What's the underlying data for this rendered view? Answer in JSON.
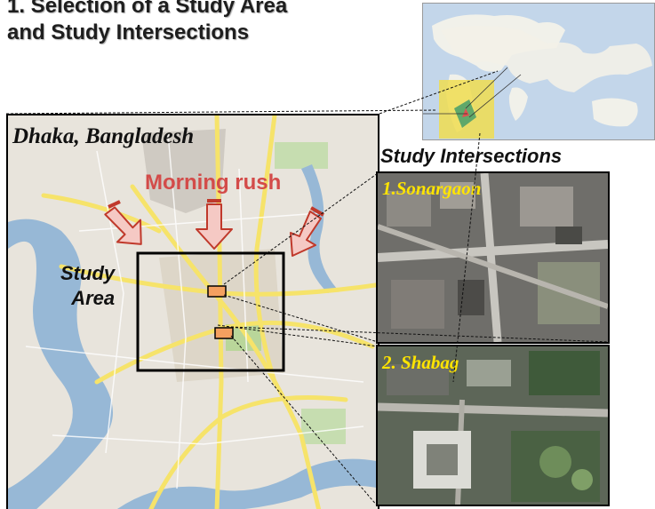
{
  "slide": {
    "title_line1": "1. Selection of a Study Area",
    "title_line2": "and Study Intersections"
  },
  "map": {
    "city_label": "Dhaka, Bangladesh",
    "rush_label": "Morning rush",
    "study_area_line1": "Study",
    "study_area_line2": "Area",
    "intersections_heading": "Study Intersections",
    "intersections": [
      {
        "label": "1.Sonargaon"
      },
      {
        "label": "2. Shabag"
      }
    ]
  },
  "colors": {
    "rush_text": "#d34b49",
    "arrow_fill": "#f5c9c4",
    "arrow_stroke": "#c0392b",
    "intersection_label": "#ffe400",
    "marker_fill": "#f4a060",
    "water": "#97b8d6",
    "road": "#f6e36a"
  }
}
